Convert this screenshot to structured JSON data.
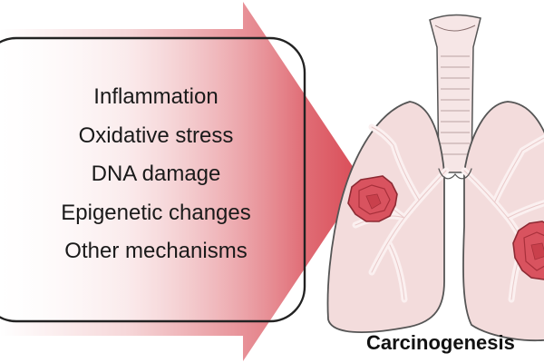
{
  "mechanisms": [
    "Inflammation",
    "Oxidative stress",
    "DNA damage",
    "Epigenetic changes",
    "Other mechanisms"
  ],
  "outcome_label": "Carcinogenesis",
  "colors": {
    "arrow_start": "#ffffff",
    "arrow_end": "#d94a55",
    "box_border": "#222222",
    "lung_fill": "#f3dcdc",
    "lung_outline": "#555555",
    "airway": "#fbf0f0",
    "trachea": "#f6e6e6",
    "tumor_fill": "#d9535f",
    "tumor_dark": "#a8303b",
    "text": "#1a1a1a"
  }
}
